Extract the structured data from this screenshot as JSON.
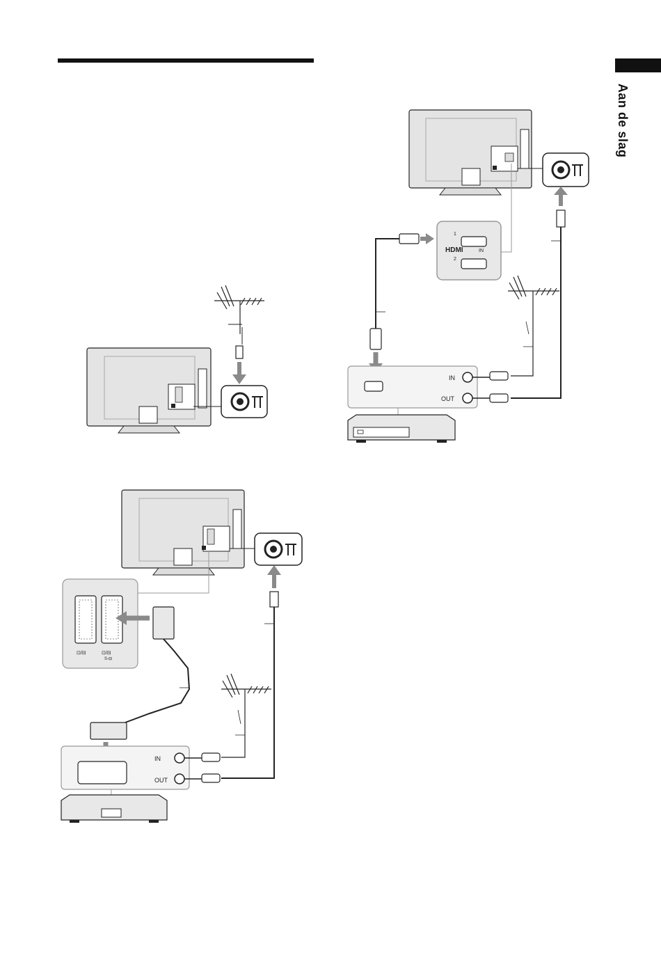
{
  "section_title": "Aan de slag",
  "labels": {
    "hdmi_logo": "HDMI",
    "hdmi_in": "IN",
    "hdmi_port_1": "1",
    "hdmi_port_2": "2",
    "in": "IN",
    "out": "OUT",
    "scart1_label": "⊡/⊟",
    "scart2_label": "⊡/⊟",
    "scart2_sub": "S-⊟"
  },
  "icons": [
    "antenna-icon",
    "tv-rear-icon",
    "coax-jack-icon",
    "hdmi-port-icon",
    "scart-port-icon",
    "recorder-icon"
  ],
  "colors": {
    "arrow": "#8a8a8a",
    "line": "#222222",
    "panel": "#e8e8e8"
  }
}
